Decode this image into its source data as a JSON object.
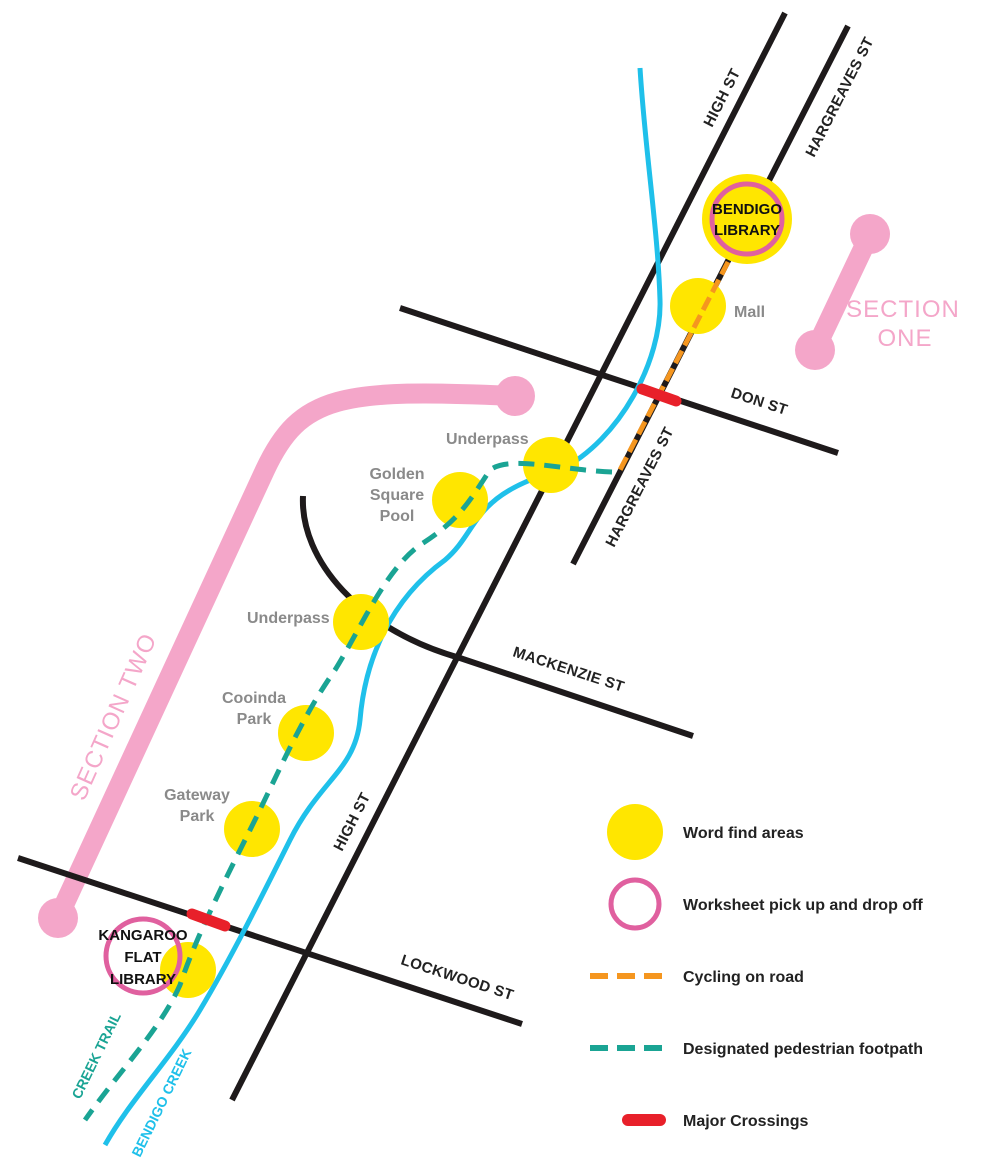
{
  "colors": {
    "road": "#1e1a1b",
    "creek": "#1fc0ea",
    "footpath": "#1aa494",
    "cycling": "#f5961f",
    "crossing": "#e8202a",
    "word_find": "#ffe600",
    "section": "#f4a6c9",
    "worksheet_ring": "#e0609f",
    "place_text": "#8a8a8a"
  },
  "streets": {
    "high_st_north": "HIGH ST",
    "high_st_south": "HIGH ST",
    "hargreaves_st_north": "HARGREAVES ST",
    "hargreaves_st_south": "HARGREAVES ST",
    "don_st": "DON ST",
    "mackenzie_st": "MACKENZIE ST",
    "lockwood_st": "LOCKWOOD ST"
  },
  "places": {
    "mall": "Mall",
    "underpass_north": "Underpass",
    "golden_square_pool": [
      "Golden",
      "Square",
      "Pool"
    ],
    "underpass_south": "Underpass",
    "cooinda_park": [
      "Cooinda",
      "Park"
    ],
    "gateway_park": [
      "Gateway",
      "Park"
    ]
  },
  "libraries": {
    "bendigo": [
      "BENDIGO",
      "LIBRARY"
    ],
    "kangaroo_flat": [
      "KANGAROO",
      "FLAT",
      "LIBRARY"
    ]
  },
  "sections": {
    "one": [
      "SECTION",
      "ONE"
    ],
    "two": "SECTION TWO"
  },
  "routes": {
    "creek_trail": "CREEK TRAIL",
    "bendigo_creek": "BENDIGO CREEK"
  },
  "legend": {
    "word_find": "Word find areas",
    "worksheet": "Worksheet pick up and drop off",
    "cycling": "Cycling on road",
    "footpath": "Designated pedestrian footpath",
    "crossings": "Major Crossings"
  }
}
